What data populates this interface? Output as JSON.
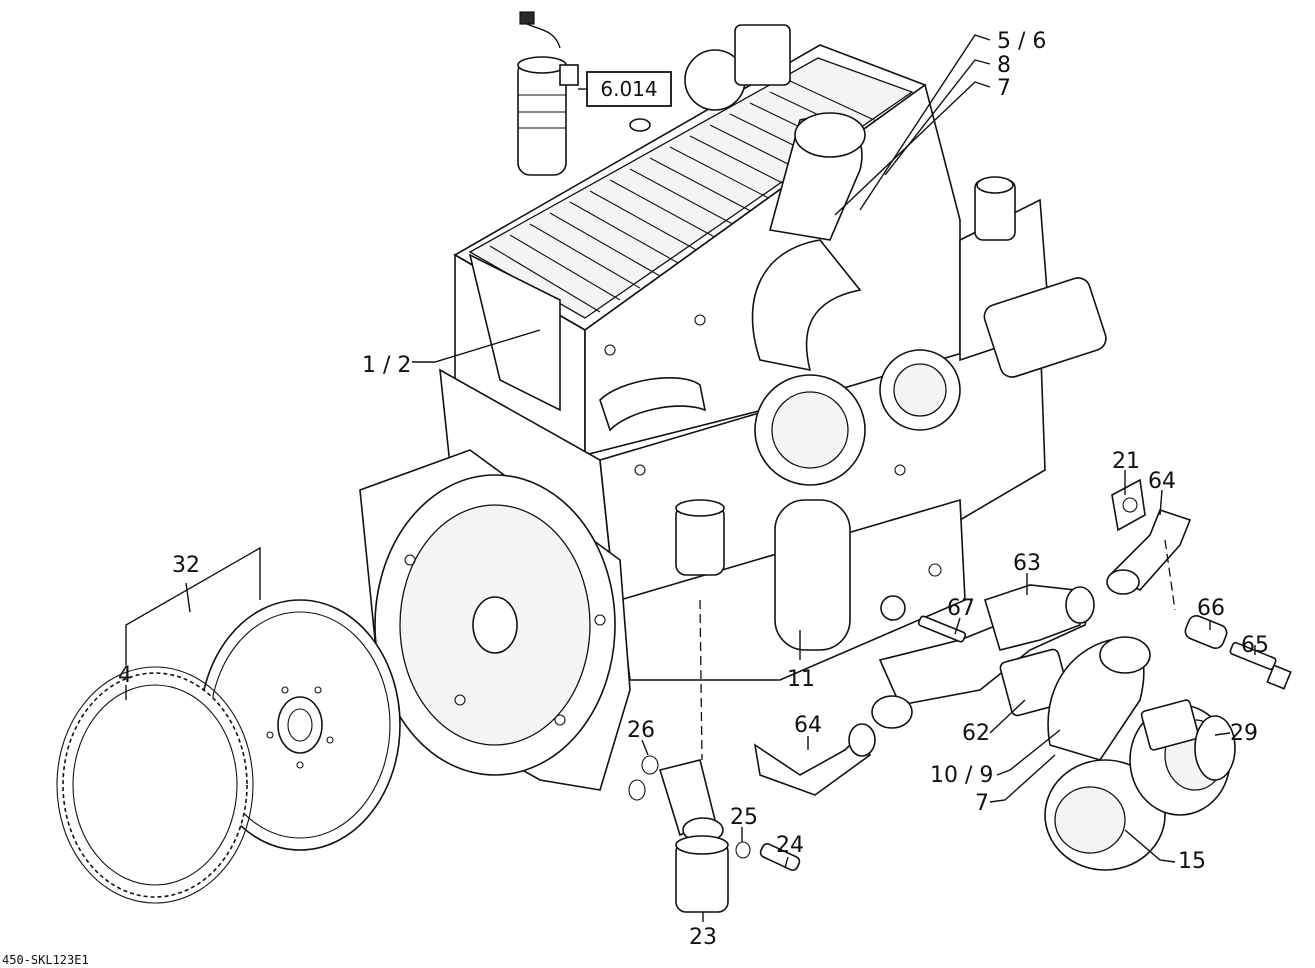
{
  "diagram": {
    "drawing_code": "450-SKL123E1",
    "reference_box": "6.014",
    "callouts": [
      {
        "id": "c-5-6",
        "text": "5 / 6"
      },
      {
        "id": "c-8",
        "text": "8"
      },
      {
        "id": "c-7-top",
        "text": "7"
      },
      {
        "id": "c-1-2",
        "text": "1 / 2"
      },
      {
        "id": "c-21",
        "text": "21"
      },
      {
        "id": "c-64-right",
        "text": "64"
      },
      {
        "id": "c-32",
        "text": "32"
      },
      {
        "id": "c-63",
        "text": "63"
      },
      {
        "id": "c-67",
        "text": "67"
      },
      {
        "id": "c-66",
        "text": "66"
      },
      {
        "id": "c-4",
        "text": "4"
      },
      {
        "id": "c-65",
        "text": "65"
      },
      {
        "id": "c-11",
        "text": "11"
      },
      {
        "id": "c-64-left",
        "text": "64"
      },
      {
        "id": "c-62",
        "text": "62"
      },
      {
        "id": "c-29",
        "text": "29"
      },
      {
        "id": "c-26",
        "text": "26"
      },
      {
        "id": "c-10-9",
        "text": "10 / 9"
      },
      {
        "id": "c-7-bottom",
        "text": "7"
      },
      {
        "id": "c-25",
        "text": "25"
      },
      {
        "id": "c-24",
        "text": "24"
      },
      {
        "id": "c-15",
        "text": "15"
      },
      {
        "id": "c-23",
        "text": "23"
      }
    ]
  }
}
